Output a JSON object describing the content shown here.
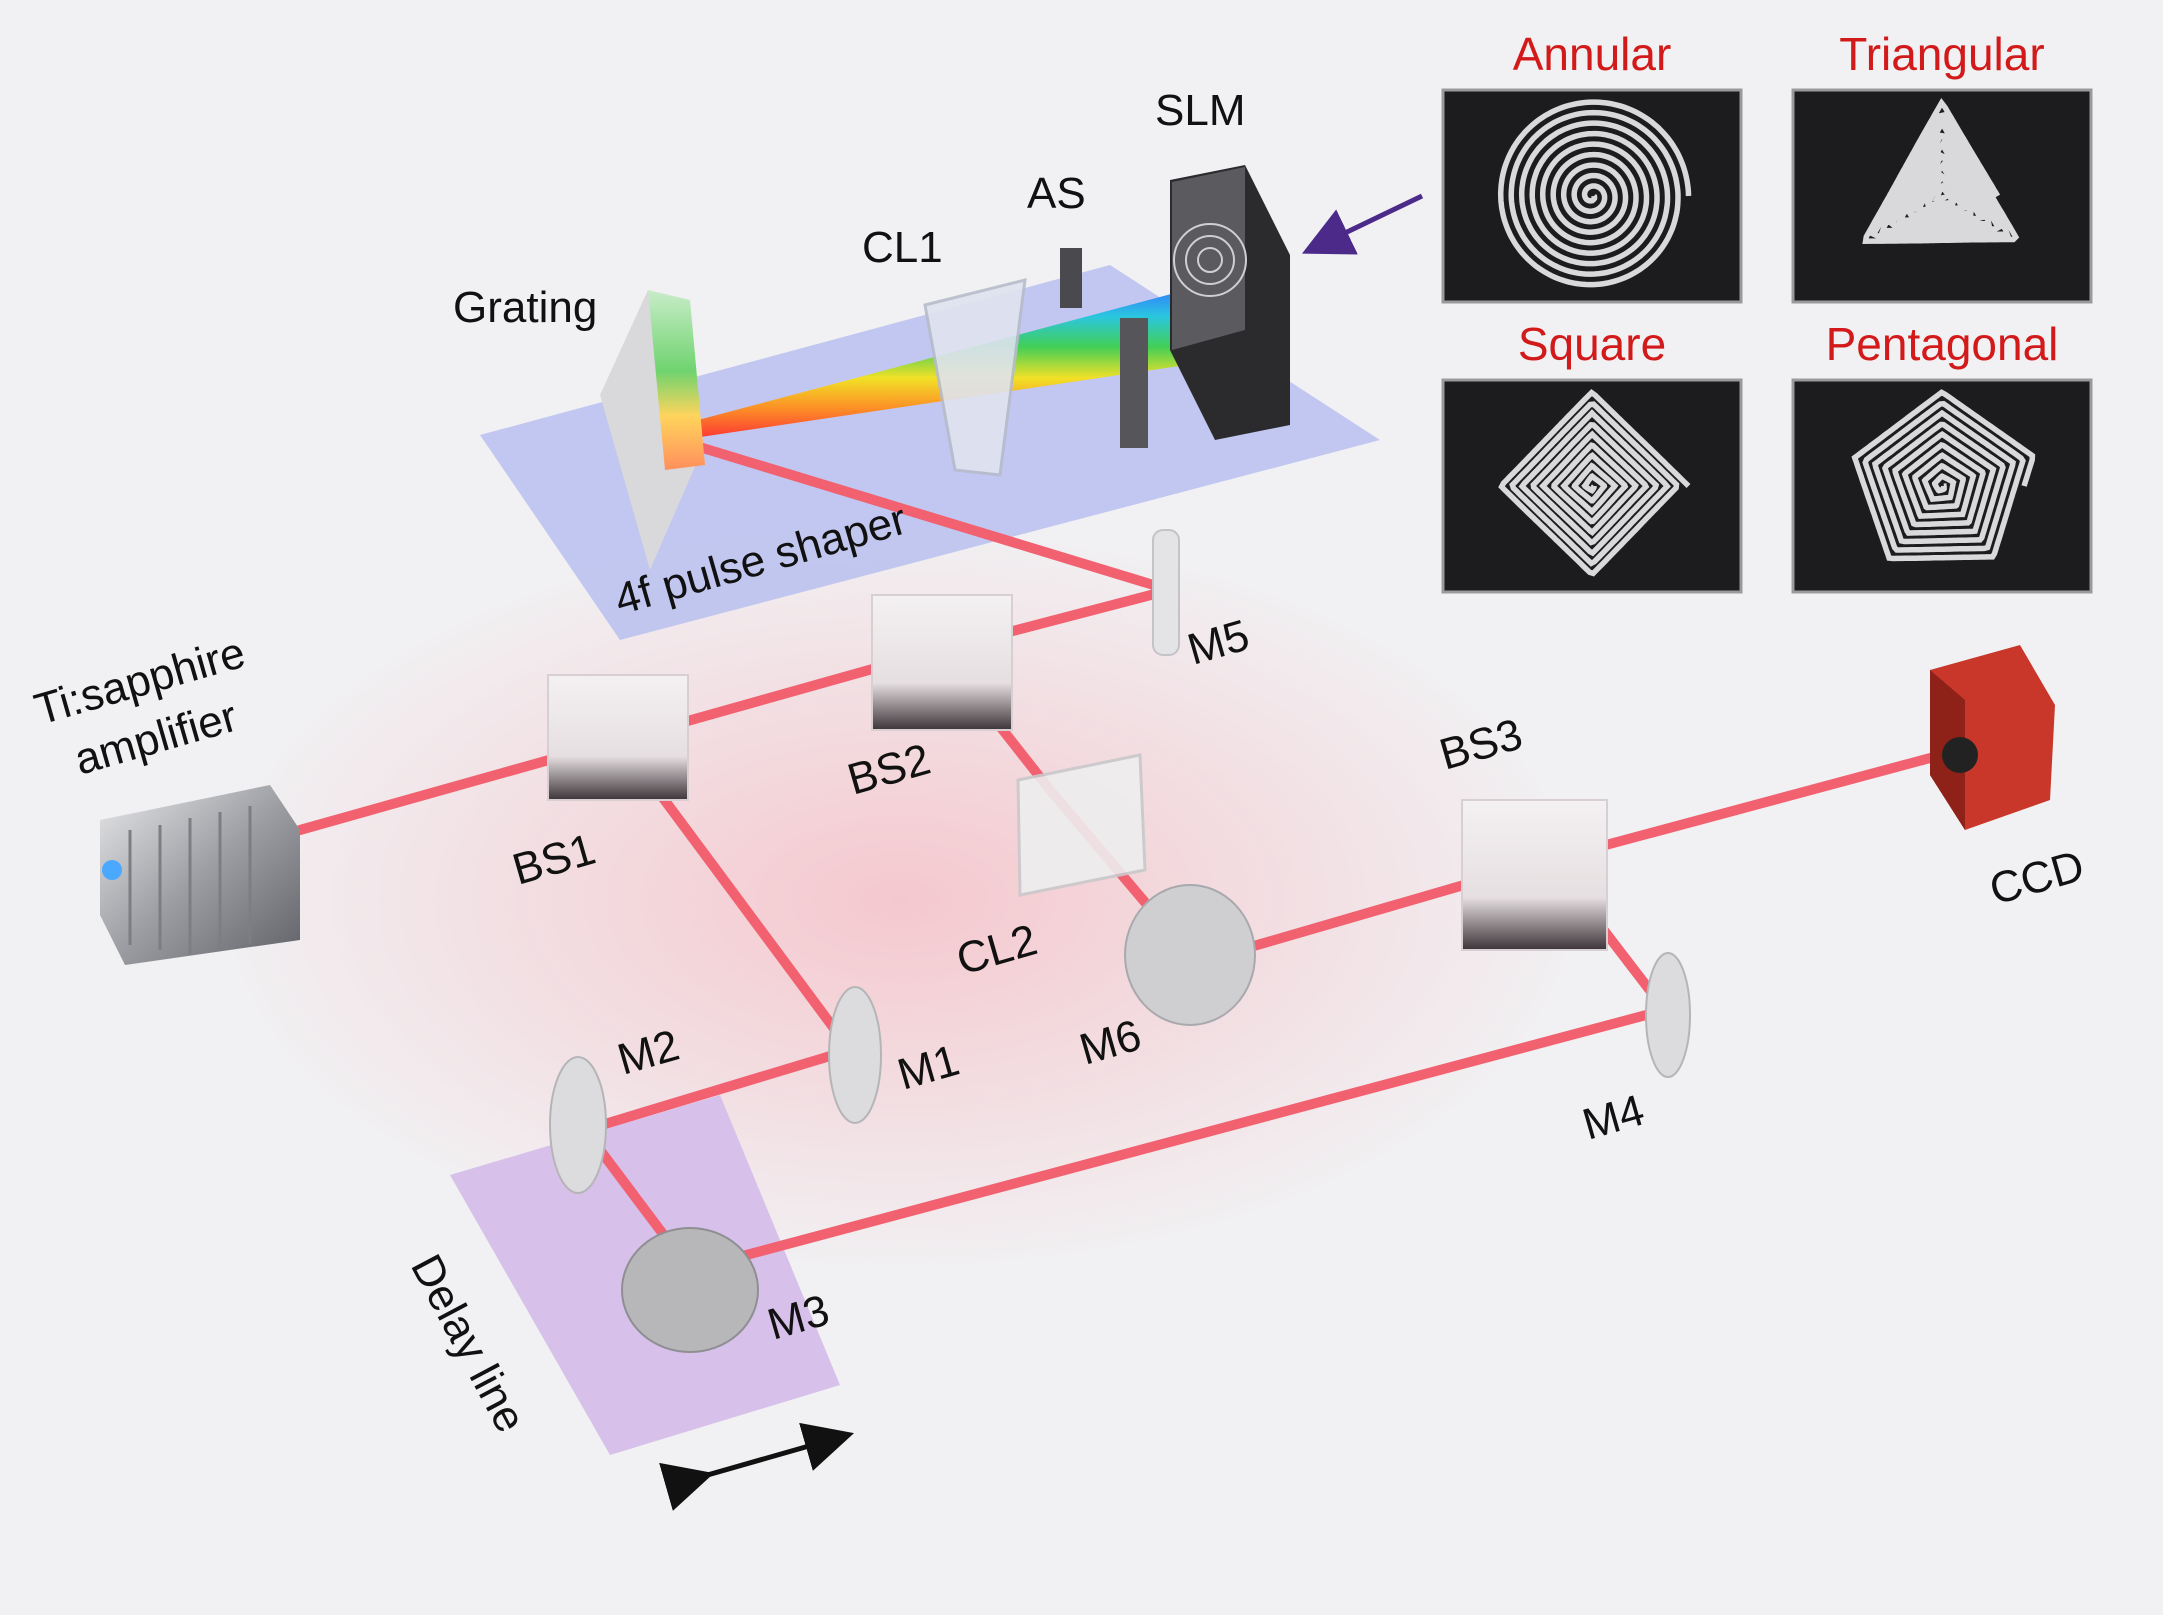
{
  "labels": {
    "grating": "Grating",
    "cl1": "CL1",
    "as": "AS",
    "slm": "SLM",
    "pulse_shaper": "4f pulse shaper",
    "laser_line1": "Ti:sapphire",
    "laser_line2": "amplifier",
    "bs1": "BS1",
    "bs2": "BS2",
    "bs3": "BS3",
    "m1": "M1",
    "m2": "M2",
    "m3": "M3",
    "m4": "M4",
    "m5": "M5",
    "m6": "M6",
    "cl2": "CL2",
    "ccd": "CCD",
    "delay_line": "Delay line"
  },
  "phase_patterns": [
    {
      "title": "Annular",
      "sides": 0
    },
    {
      "title": "Triangular",
      "sides": 3
    },
    {
      "title": "Square",
      "sides": 4
    },
    {
      "title": "Pentagonal",
      "sides": 5
    }
  ],
  "colors": {
    "beam": "#f2616f",
    "pattern_title": "#d31a1a",
    "shaper_plate": "#b9bfee",
    "delay_plate": "#d7c0ea",
    "ccd_body": "#c8372a",
    "arrow": "#4b2a8a"
  }
}
